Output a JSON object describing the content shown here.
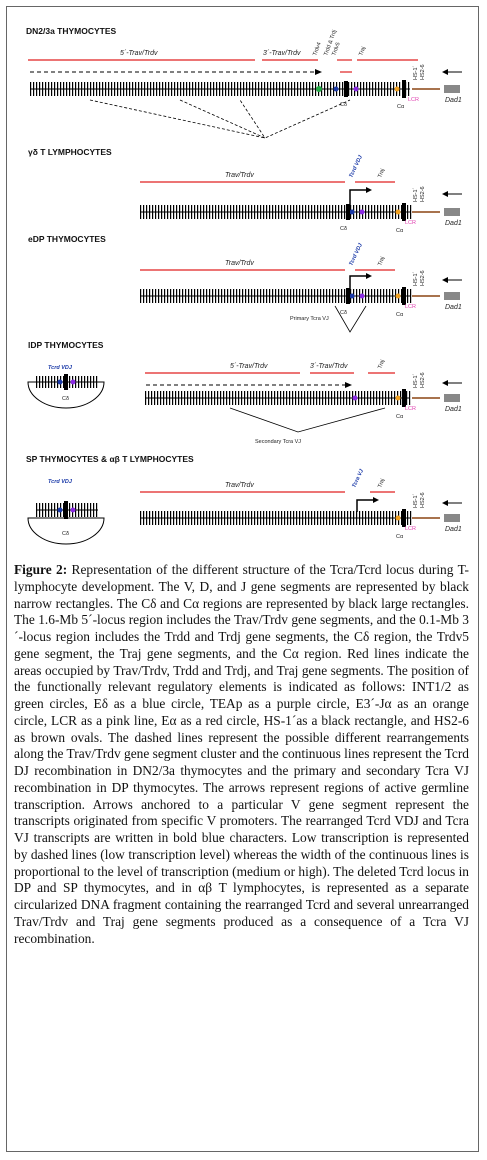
{
  "panels": [
    {
      "title": "DN2/3a THYMOCYTES",
      "region_5": "5´-Trav/Trdv",
      "region_3": "3´-Trav/Trdv",
      "trdv4": "Trdv4",
      "trdd_trdj": "Trdd & Trdj",
      "trdv5": "Trdv5",
      "traj": "Traj",
      "cdelta": "Cδ",
      "calpha": "Cα",
      "dad1": "Dad1",
      "int": "INT1/2",
      "ed": "Eδ",
      "teap": "TEAp",
      "e3": "E3´-Jα",
      "hs1": "HS-1´",
      "hs26": "HS2-6",
      "lcr": "LCR"
    },
    {
      "title": "γδ T LYMPHOCYTES",
      "trav": "Trav/Trdv",
      "vdj": "Tcrd VDJ",
      "traj": "Traj",
      "cdelta": "Cδ",
      "calpha": "Cα",
      "dad1": "Dad1",
      "ed": "Eδ",
      "teap": "TEAp",
      "e3": "E3´-Jα",
      "hs1": "HS-1´",
      "hs26": "HS2-6",
      "lcr": "LCR"
    },
    {
      "title": "eDP THYMOCYTES",
      "trav": "Trav/Trdv",
      "vdj": "Tcrd VDJ",
      "traj": "Traj",
      "cdelta": "Cδ",
      "calpha": "Cα",
      "dad1": "Dad1",
      "primary": "Primary Tcra VJ",
      "ed": "Eδ",
      "teap": "TEAp",
      "e3": "E3´-Jα",
      "hs1": "HS-1´",
      "hs26": "HS2-6",
      "lcr": "LCR"
    },
    {
      "title": "lDP THYMOCYTES",
      "vdj": "Tcrd VDJ",
      "region_5": "5´-Trav/Trdv",
      "region_3": "3´-Trav/Trdv",
      "traj": "Traj",
      "cdelta": "Cδ",
      "calpha": "Cα",
      "dad1": "Dad1",
      "secondary": "Secondary Tcra VJ",
      "ed": "Eδ",
      "teap": "TEAp",
      "e3": "E3´-Jα",
      "hs1": "HS-1´",
      "hs26": "HS2-6",
      "lcr": "LCR"
    },
    {
      "title": "SP THYMOCYTES & αβ T LYMPHOCYTES",
      "vdj": "Tcrd VDJ",
      "trav": "Trav/Trdv",
      "vj": "Tcra VJ",
      "traj": "Traj",
      "cdelta": "Cδ",
      "calpha": "Cα",
      "dad1": "Dad1",
      "ed": "Eδ",
      "teap": "TEAp",
      "e3": "E3´-Jα",
      "hs1": "HS-1´",
      "hs26": "HS2-6",
      "lcr": "LCR"
    }
  ],
  "caption": {
    "label": "Figure 2:",
    "text": " Representation of the different structure of the Tcra/Tcrd locus during T-lymphocyte development. The V, D, and J gene segments are represented by black narrow rectangles. The Cδ and Cα regions are represented by black large rectangles. The 1.6-Mb 5´-locus region includes the Trav/Trdv gene segments, and the 0.1-Mb 3´-locus region includes the Trdd and Trdj gene segments, the Cδ region, the Trdv5 gene segment, the Traj gene segments, and the Cα region. Red lines indicate the areas occupied by Trav/Trdv, Trdd and Trdj, and Traj gene segments. The position of the functionally relevant regulatory elements is indicated as follows: INT1/2 as green circles, Eδ as a blue circle, TEAp as a purple circle, E3´-Jα as an orange circle, LCR as a pink line, Eα as a red circle, HS-1´as a black rectangle, and HS2-6 as brown ovals. The dashed lines represent the possible different rearrangements along the Trav/Trdv gene segment cluster and the continuous lines represent the Tcrd DJ recombination in DN2/3a thymocytes and the primary and secondary Tcra VJ recombination in DP thymocytes. The arrows represent regions of active germline transcription. Arrows anchored to a particular V gene segment represent the transcripts originated from specific V promoters. The rearranged Tcrd VDJ and Tcra VJ transcripts are written in bold blue characters. Low transcription is represented by dashed lines (low transcription level) whereas the width of the continuous lines is proportional to the level of transcription (medium or high). The deleted Tcrd locus in DP and SP thymocytes, and in αβ T lymphocytes, is represented as a separate circularized DNA fragment containing the rearranged Tcrd and several unrearranged Trav/Trdv and Traj gene segments produced as a consequence of a Tcra VJ recombination."
  },
  "colors": {
    "red": "#e02020",
    "blue": "#1b3aa8",
    "purple": "#8a2be2",
    "green": "#22aa44",
    "orange": "#f0a020",
    "pink": "#e040b0",
    "brown": "#8b4513"
  }
}
